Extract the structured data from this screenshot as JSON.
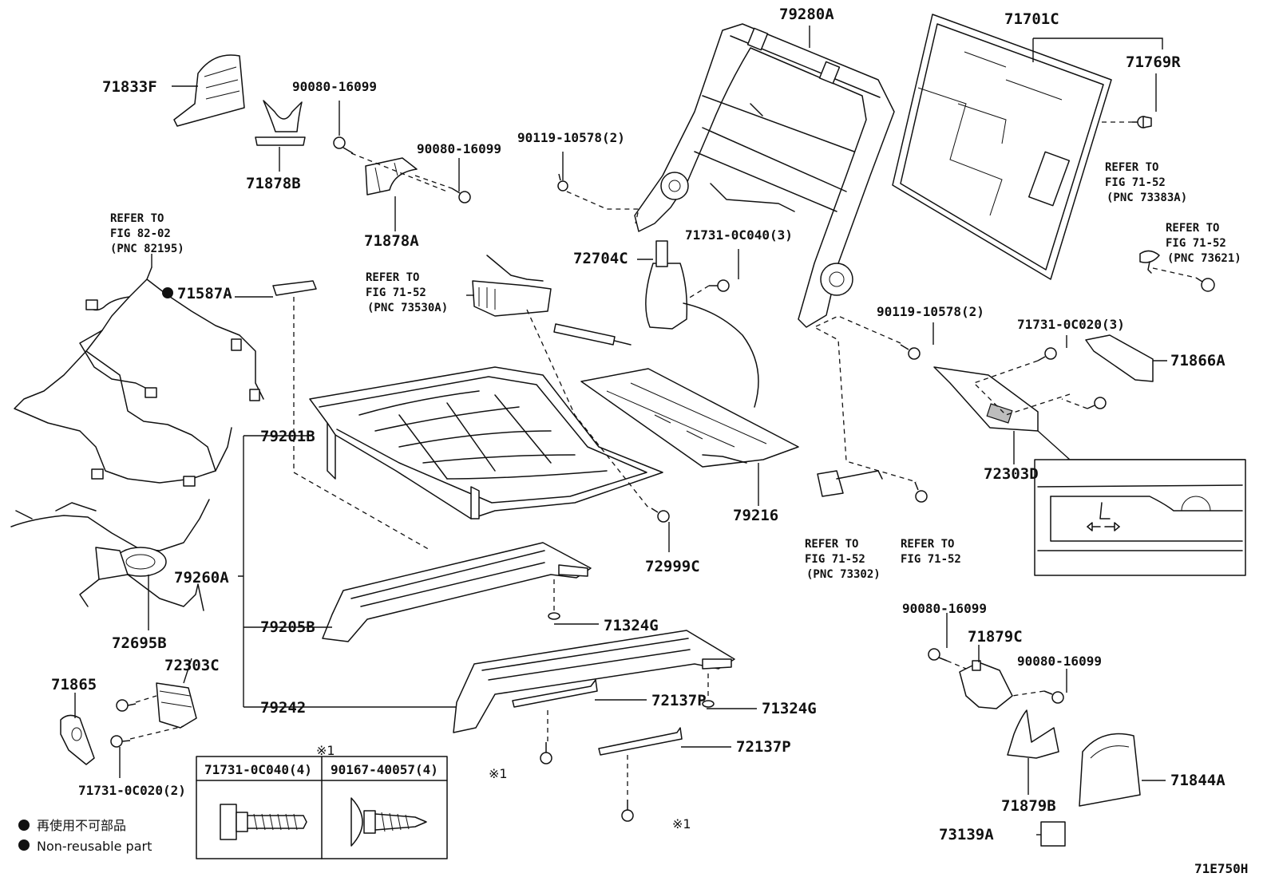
{
  "diagram_id": "71E750H",
  "labels": {
    "p71833F": "71833F",
    "p71878B": "71878B",
    "p90080_16099_a": "90080-16099",
    "p90080_16099_b": "90080-16099",
    "p71878A": "71878A",
    "p90119_10578_2_a": "90119-10578(2)",
    "p79280A": "79280A",
    "p71701C": "71701C",
    "p71769R": "71769R",
    "refer_82_02": [
      "REFER TO",
      "FIG 82-02",
      "(PNC 82195)"
    ],
    "p71587A": "71587A",
    "refer_71_52_73530A": [
      "REFER TO",
      "FIG 71-52",
      "(PNC 73530A)"
    ],
    "p72704C": "72704C",
    "p71731_0C040_3": "71731-0C040(3)",
    "refer_71_52_73383A": [
      "REFER TO",
      "FIG 71-52",
      "(PNC 73383A)"
    ],
    "refer_71_52_73621": [
      "REFER TO",
      "FIG 71-52",
      "(PNC 73621)"
    ],
    "p90119_10578_2_b": "90119-10578(2)",
    "p71731_0C020_3": "71731-0C020(3)",
    "p71866A": "71866A",
    "p79201B": "79201B",
    "p79216": "79216",
    "p72303D": "72303D",
    "p79260A": "79260A",
    "p72999C": "72999C",
    "refer_71_52_73302": [
      "REFER TO",
      "FIG 71-52",
      "(PNC 73302)"
    ],
    "refer_71_52": [
      "REFER TO",
      "FIG 71-52"
    ],
    "p79205B": "79205B",
    "p71324G_a": "71324G",
    "p72695B": "72695B",
    "p72303C": "72303C",
    "p90080_16099_c": "90080-16099",
    "p71879C": "71879C",
    "p90080_16099_d": "90080-16099",
    "p71865": "71865",
    "p79242": "79242",
    "p72137P_a": "72137P",
    "p71324G_b": "71324G",
    "p72137P_b": "72137P",
    "p71731_0C020_2": "71731-0C020(2)",
    "p71879B": "71879B",
    "p71844A": "71844A",
    "p73139A": "73139A",
    "kome_1_a": "※1",
    "kome_1_b": "※1",
    "kome_1_c": "※1"
  },
  "fastener_table": {
    "note_mark": "※1",
    "columns": [
      "71731-0C040(4)",
      "90167-40057(4)"
    ]
  },
  "legend": {
    "jp": "再使用不可部品",
    "en": "Non-reusable part"
  }
}
